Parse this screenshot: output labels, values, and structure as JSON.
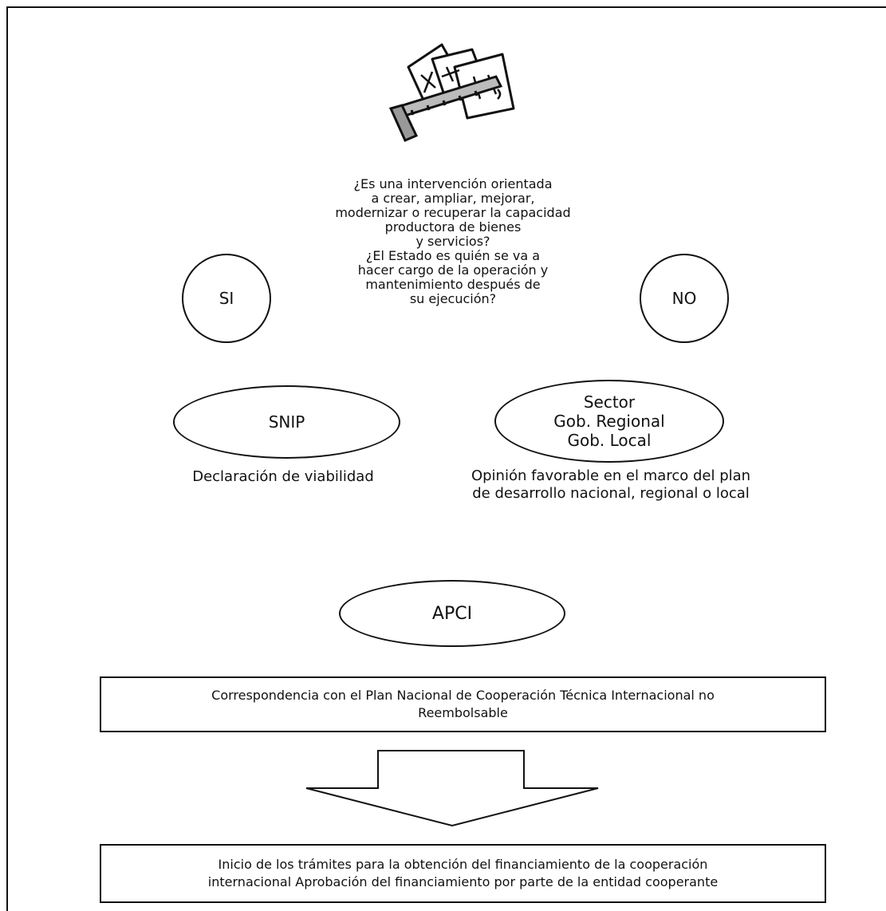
{
  "question": {
    "lines": [
      "¿Es una intervención orientada",
      "a crear, ampliar, mejorar,",
      "modernizar o recuperar la capacidad",
      "productora de bienes",
      "y servicios?",
      "¿El Estado es quién se va a",
      "hacer cargo de la operación y",
      "mantenimiento después de",
      "su ejecución?"
    ]
  },
  "yes_label": "SI",
  "no_label": "NO",
  "snip": {
    "label": "SNIP",
    "caption": "Declaración de viabilidad"
  },
  "sector": {
    "lines": [
      "Sector",
      "Gob. Regional",
      "Gob. Local"
    ],
    "caption_lines": [
      "Opinión favorable en el marco del plan",
      "de desarrollo nacional, regional o local"
    ]
  },
  "apci": {
    "label": "APCI"
  },
  "correspondence_box": {
    "lines": [
      "Correspondencia con el Plan Nacional de Cooperación Técnica Internacional no",
      "Reembolsable"
    ]
  },
  "final_box": {
    "lines": [
      "Inicio de los trámites para la obtención del financiamiento de la cooperación",
      "internacional Aprobación del financiamiento por parte de la entidad cooperante"
    ]
  },
  "icons": {
    "top_clipart": "drafting-plans-icon",
    "down_arrow": "down-arrow-icon"
  }
}
